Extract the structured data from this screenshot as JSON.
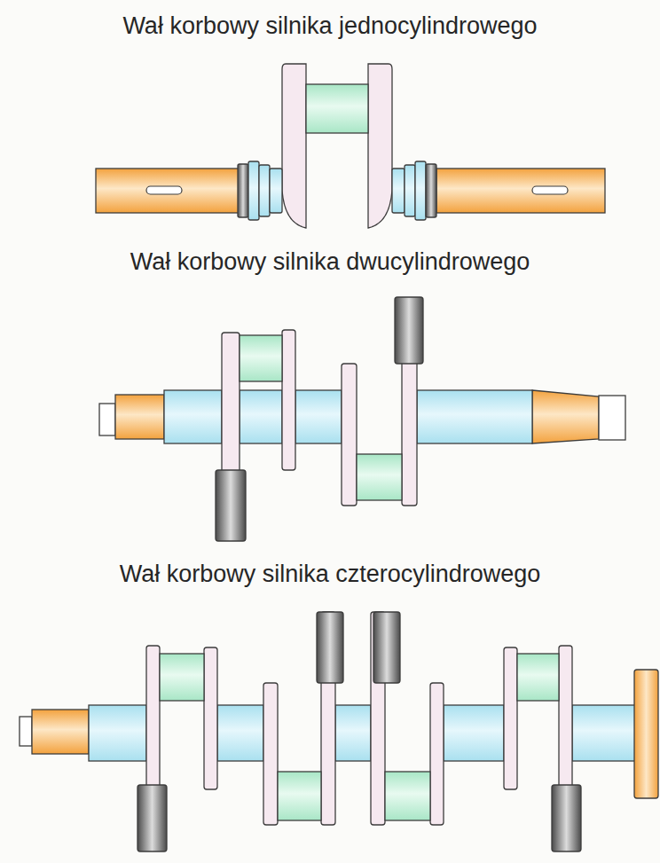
{
  "diagram": {
    "labels": [
      "Wał korbowy silnika jednocylindrowego",
      "Wał korbowy silnika dwucylindrowego",
      "Wał korbowy silnika czterocylindrowego"
    ]
  }
}
